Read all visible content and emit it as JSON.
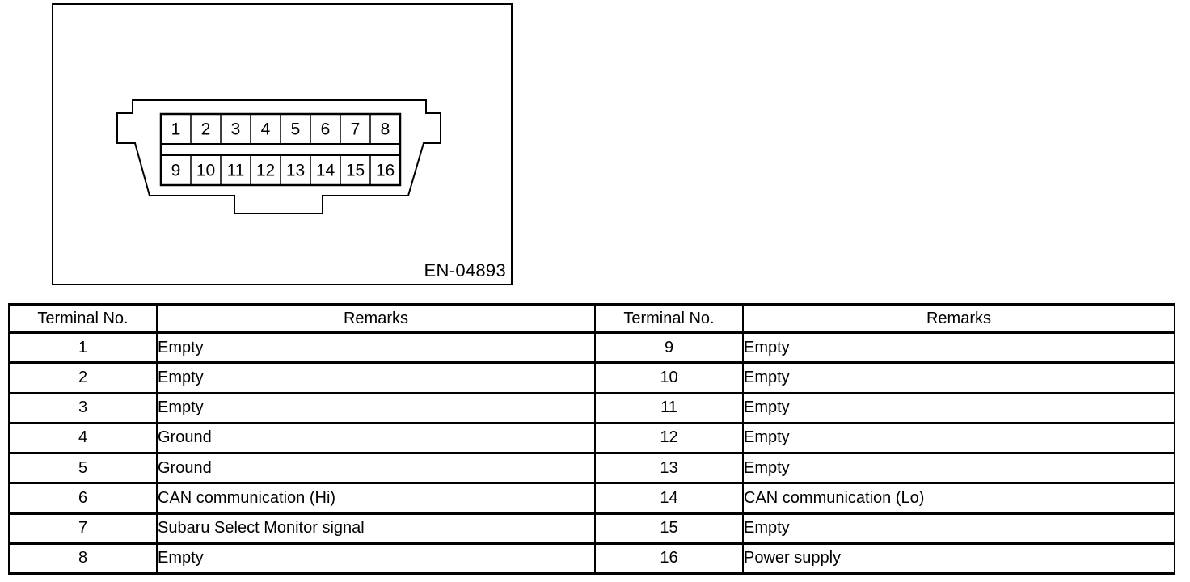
{
  "colors": {
    "ink": "#000000",
    "paper": "#ffffff"
  },
  "figure": {
    "label": "EN-04893",
    "pins": [
      "1",
      "2",
      "3",
      "4",
      "5",
      "6",
      "7",
      "8",
      "9",
      "10",
      "11",
      "12",
      "13",
      "14",
      "15",
      "16"
    ]
  },
  "table": {
    "headers": [
      "Terminal No.",
      "Remarks",
      "Terminal No.",
      "Remarks"
    ],
    "rows": [
      [
        "1",
        "Empty",
        "9",
        "Empty"
      ],
      [
        "2",
        "Empty",
        "10",
        "Empty"
      ],
      [
        "3",
        "Empty",
        "11",
        "Empty"
      ],
      [
        "4",
        "Ground",
        "12",
        "Empty"
      ],
      [
        "5",
        "Ground",
        "13",
        "Empty"
      ],
      [
        "6",
        "CAN communication (Hi)",
        "14",
        "CAN communication (Lo)"
      ],
      [
        "7",
        "Subaru Select Monitor signal",
        "15",
        "Empty"
      ],
      [
        "8",
        "Empty",
        "16",
        "Power supply"
      ]
    ]
  }
}
